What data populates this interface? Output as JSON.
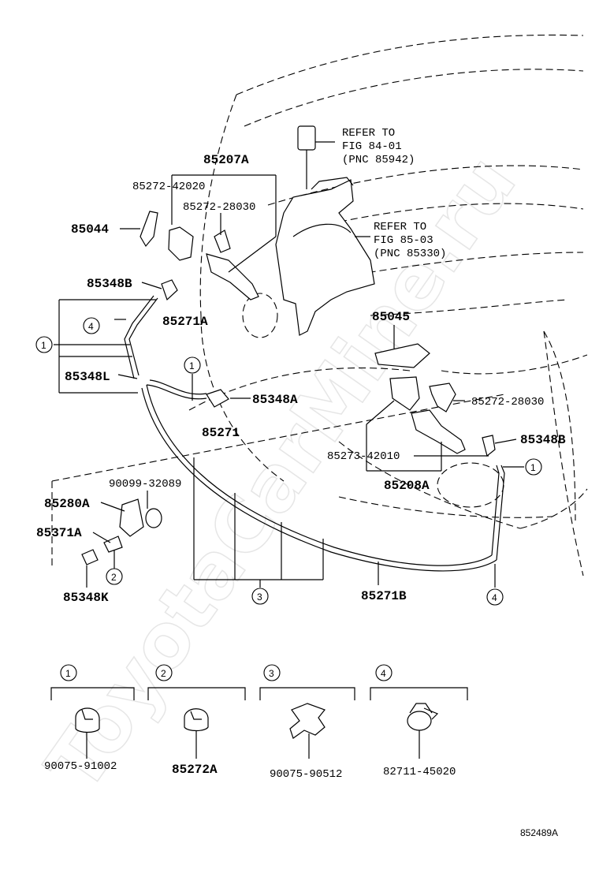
{
  "watermark": "ToyotaCarMine.ru",
  "diagram_id": "852489A",
  "refs": {
    "ref1": [
      "REFER TO",
      "FIG 84-01",
      "(PNC 85942)"
    ],
    "ref2": [
      "REFER TO",
      "FIG 85-03",
      "(PNC 85330)"
    ]
  },
  "labels": {
    "p85207A": "85207A",
    "p85272_42020": "85272-42020",
    "p85272_28030_top": "85272-28030",
    "p85044": "85044",
    "p85348B_left": "85348B",
    "p85271A": "85271A",
    "p85348L": "85348L",
    "p85348A": "85348A",
    "p85271": "85271",
    "p85045": "85045",
    "p85272_28030_right": "85272-28030",
    "p85348B_right": "85348B",
    "p85273_42010": "85273-42010",
    "p85208A": "85208A",
    "p90099_32089": "90099-32089",
    "p85280A": "85280A",
    "p85371A": "85371A",
    "p85348K": "85348K",
    "p85271B": "85271B"
  },
  "callouts": [
    "1",
    "2",
    "3",
    "4"
  ],
  "legend": [
    {
      "num": "1",
      "part": "90075-91002"
    },
    {
      "num": "2",
      "part": "85272A"
    },
    {
      "num": "3",
      "part": "90075-90512"
    },
    {
      "num": "4",
      "part": "82711-45020"
    }
  ]
}
